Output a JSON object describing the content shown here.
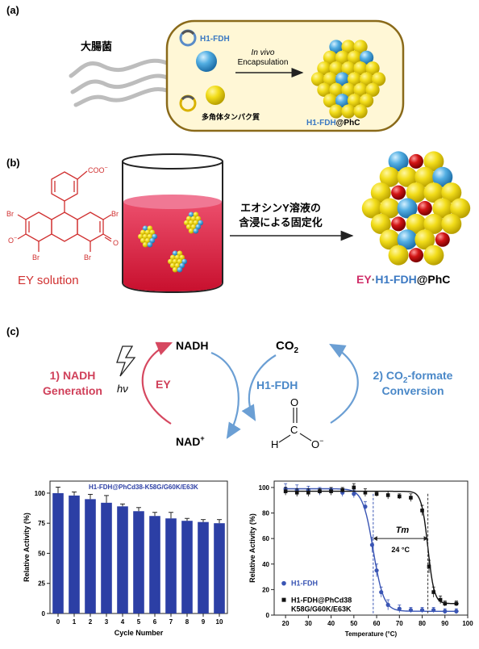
{
  "panel_a": {
    "label": "(a)",
    "host_label": "大腸菌",
    "enzyme_label": "H1-FDH",
    "arrow_text_1": "In vivo",
    "arrow_text_2": "Encapsulation",
    "protein_label": "多角体タンパク質",
    "product_label_1": "H1-FDH",
    "product_label_2": "@PhC"
  },
  "panel_b": {
    "label": "(b)",
    "carboxylate": "COO",
    "carboxylate_charge": "−",
    "br_top_left": "Br",
    "br_top_right": "Br",
    "br_bottom_left": "Br",
    "br_bottom_right": "Br",
    "phenolate": "O",
    "phenolate_charge": "−",
    "ketone": "O",
    "ey_label": "EY solution",
    "arrow_text_1": "エオシンY溶液の",
    "arrow_text_2": "含浸による固定化",
    "product_ey": "EY",
    "product_dot": "·",
    "product_fdh": "H1-FDH",
    "product_phc": "@PhC"
  },
  "panel_c": {
    "label": "(c)",
    "left_process_1": "1) NADH",
    "left_process_2": "Generation",
    "hv": "hν",
    "ey": "EY",
    "nadh": "NADH",
    "co2": "CO",
    "co2_sub": "2",
    "h1fdh": "H1-FDH",
    "nad": "NAD",
    "nad_sup": "+",
    "right_process_1a": "2) CO",
    "right_process_1_sub": "2",
    "right_process_1b": "-formate",
    "right_process_2": "Conversion",
    "formate_h": "H",
    "formate_c": "C",
    "formate_o_top": "O",
    "formate_o_right": "O",
    "formate_charge": "−"
  },
  "chart_data": [
    {
      "type": "bar",
      "title": "H1-FDH@PhCd38-K58G/G60K/E63K",
      "xlabel": "Cycle Number",
      "ylabel": "Relative Activity (%)",
      "categories": [
        "0",
        "1",
        "2",
        "3",
        "4",
        "5",
        "6",
        "7",
        "8",
        "9",
        "10"
      ],
      "values": [
        100,
        98,
        95,
        92,
        89,
        85,
        81,
        79,
        77,
        76,
        75
      ],
      "errors": [
        5,
        3,
        4,
        6,
        2,
        3,
        3,
        5,
        2,
        2,
        3
      ],
      "ylim": [
        0,
        110
      ],
      "yticks": [
        "0",
        "25",
        "50",
        "75",
        "100"
      ],
      "color": "#2c3fa5",
      "grid": false
    },
    {
      "type": "scatter",
      "xlabel": "Temperature (°C)",
      "ylabel": "Relative Activity (%)",
      "xlim": [
        15,
        100
      ],
      "ylim": [
        0,
        105
      ],
      "xticks": [
        "20",
        "30",
        "40",
        "50",
        "60",
        "70",
        "80",
        "90",
        "100"
      ],
      "yticks": [
        "0",
        "20",
        "40",
        "60",
        "80",
        "100"
      ],
      "annotation_tm": "Tm",
      "annotation_delta": "24 °C",
      "legend_position": "bottom-left",
      "series": [
        {
          "name": "H1-FDH",
          "color": "#3a55b4",
          "marker": "circle",
          "x": [
            20,
            25,
            30,
            35,
            40,
            45,
            50,
            55,
            58,
            60,
            62,
            65,
            70,
            75,
            80,
            85,
            90,
            95
          ],
          "y": [
            99,
            98,
            98,
            97,
            98,
            96,
            95,
            85,
            55,
            35,
            18,
            8,
            5,
            4,
            4,
            4,
            3,
            3
          ],
          "err": [
            4,
            4,
            3,
            3,
            2,
            3,
            3,
            4,
            6,
            5,
            4,
            4,
            3,
            2,
            2,
            2,
            2,
            2
          ],
          "fit_mid": 58.5,
          "fit_slope": 2.3
        },
        {
          "name_1": "H1-FDH@PhCd38",
          "name_2": "K58G/G60K/E63K",
          "color": "#111111",
          "marker": "square",
          "x": [
            20,
            25,
            30,
            35,
            40,
            45,
            50,
            55,
            60,
            65,
            70,
            75,
            80,
            83,
            85,
            88,
            90,
            95
          ],
          "y": [
            97,
            96,
            96,
            97,
            97,
            98,
            100,
            96,
            95,
            94,
            93,
            92,
            82,
            38,
            18,
            12,
            9,
            9
          ],
          "err": [
            3,
            3,
            3,
            2,
            3,
            2,
            3,
            3,
            2,
            3,
            2,
            3,
            4,
            5,
            4,
            3,
            2,
            2
          ],
          "fit_mid": 82.5,
          "fit_slope": 1.4
        }
      ]
    }
  ]
}
